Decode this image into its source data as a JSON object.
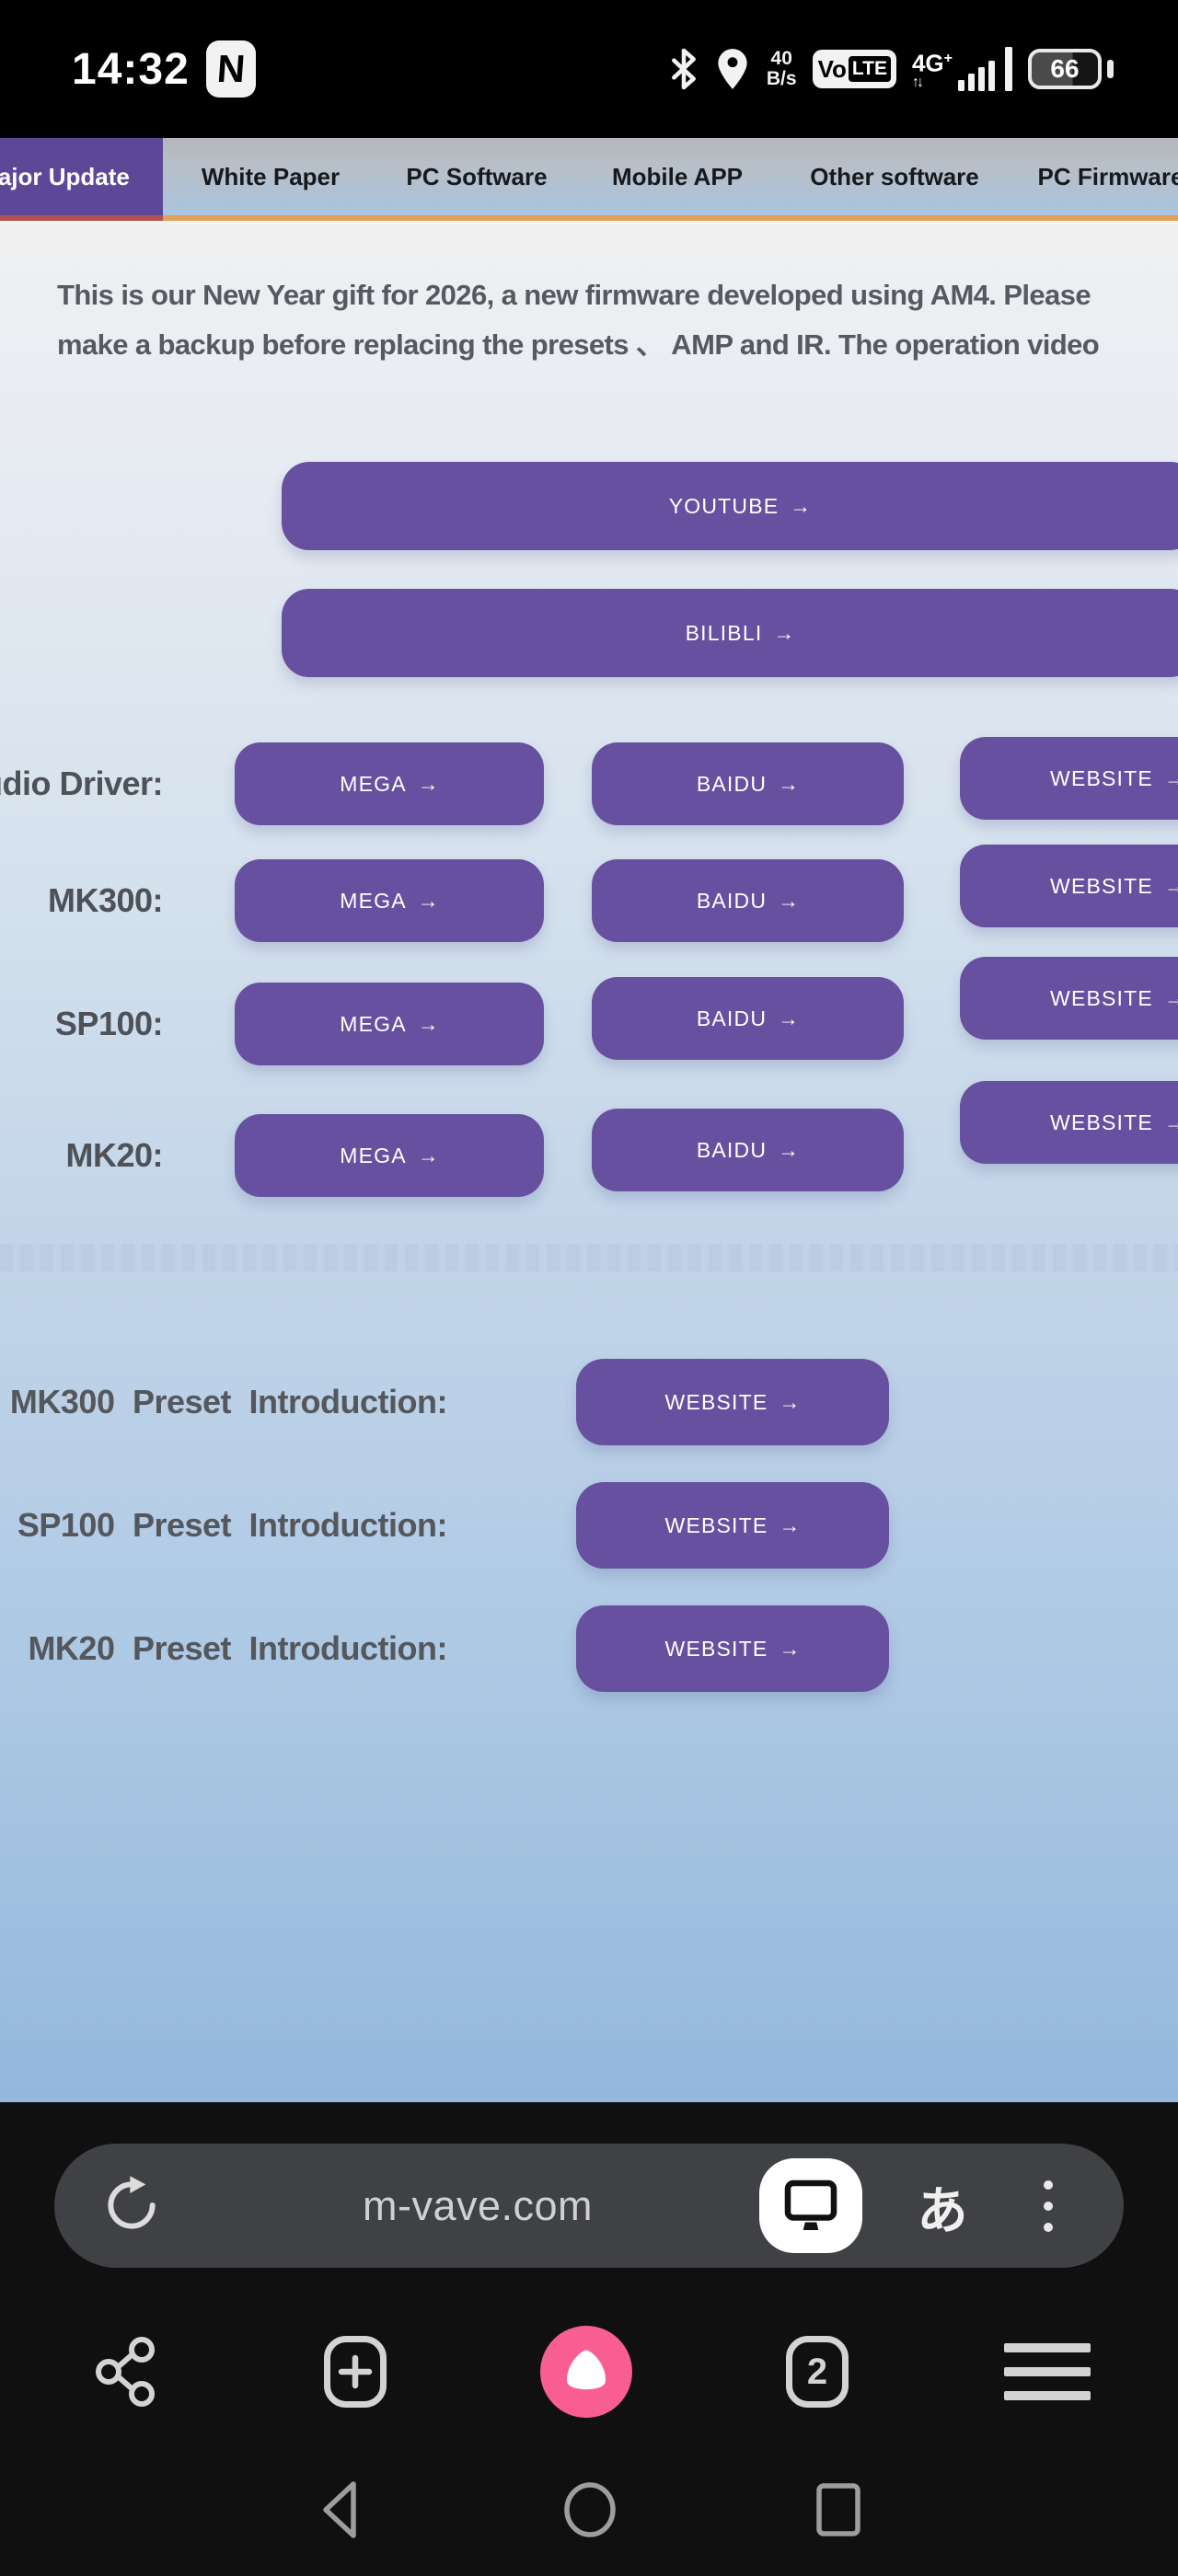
{
  "status_bar": {
    "time": "14:32",
    "nfc_letter": "N",
    "data_rate_value": "40",
    "data_rate_unit": "B/s",
    "volte_vo": "Vo",
    "volte_lte": "LTE",
    "network_type": "4G",
    "network_plus": "+",
    "network_arrows": "↑↓",
    "battery_level": "66"
  },
  "tab_bar": {
    "tabs": [
      {
        "label": "Major Update",
        "active": true
      },
      {
        "label": "White Paper",
        "active": false
      },
      {
        "label": "PC Software",
        "active": false
      },
      {
        "label": "Mobile APP",
        "active": false
      },
      {
        "label": "Other software",
        "active": false
      },
      {
        "label": "PC Firmware",
        "active": false
      }
    ]
  },
  "page": {
    "intro_line1": "This is our New Year gift for 2026, a new firmware developed using AM4. Please",
    "intro_line2": "make a backup before replacing the presets 、 AMP and IR. The operation video",
    "arrow": "→",
    "video_links": [
      {
        "label": "YOUTUBE"
      },
      {
        "label": "BILIBLI"
      }
    ],
    "download_rows": [
      {
        "label": "Audio Driver:",
        "links": [
          {
            "label": "MEGA"
          },
          {
            "label": "BAIDU"
          },
          {
            "label": "WEBSITE"
          }
        ]
      },
      {
        "label": "MK300:",
        "links": [
          {
            "label": "MEGA"
          },
          {
            "label": "BAIDU"
          },
          {
            "label": "WEBSITE"
          }
        ]
      },
      {
        "label": "SP100:",
        "links": [
          {
            "label": "MEGA"
          },
          {
            "label": "BAIDU"
          },
          {
            "label": "WEBSITE"
          }
        ]
      },
      {
        "label": "MK20:",
        "links": [
          {
            "label": "MEGA"
          },
          {
            "label": "BAIDU"
          },
          {
            "label": "WEBSITE"
          }
        ]
      }
    ],
    "preset_rows": [
      {
        "label": "MK300 Preset Introduction:",
        "link": "WEBSITE"
      },
      {
        "label": "SP100 Preset Introduction:",
        "link": "WEBSITE"
      },
      {
        "label": "MK20 Preset Introduction:",
        "link": "WEBSITE"
      }
    ]
  },
  "browser": {
    "url": "m-vave.com",
    "ime_label": "あ",
    "tab_count": "2"
  },
  "colors": {
    "button_purple": "#67509F",
    "active_tab_purple": "#5C4897",
    "underline_active": "#B2514D",
    "underline_inactive": "#DFA155",
    "page_top": "#F1F1EF",
    "page_bottom": "#93B8DC",
    "browser_logo_pink": "#F85E92"
  }
}
